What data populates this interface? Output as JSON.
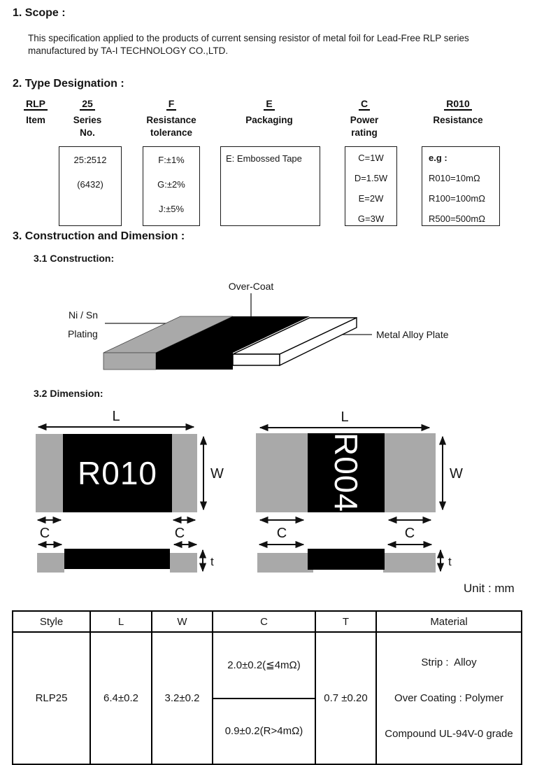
{
  "colors": {
    "cap_gray": "#a9a9a9",
    "body_black": "#000000",
    "text": "#151515"
  },
  "scope": {
    "heading": "1. Scope :",
    "line1": "This specification applied to the products of current sensing resistor of metal foil for Lead-Free RLP series",
    "line2": "manufactured by TA-I TECHNOLOGY CO.,LTD."
  },
  "type_designation": {
    "heading": "2. Type Designation :",
    "columns": [
      {
        "code": "RLP",
        "label1": "Item",
        "label2": ""
      },
      {
        "code": "25",
        "label1": "Series",
        "label2": "No."
      },
      {
        "code": "F",
        "label1": "Resistance",
        "label2": "tolerance"
      },
      {
        "code": "E",
        "label1": "Packaging",
        "label2": ""
      },
      {
        "code": "C",
        "label1": "Power",
        "label2": "rating"
      },
      {
        "code": "R010",
        "label1": "Resistance",
        "label2": ""
      }
    ],
    "boxes": [
      {
        "lines": [
          "25:2512",
          "(6432)"
        ]
      },
      {
        "lines": [
          "F:±1%",
          "G:±2%",
          "J:±5%"
        ]
      },
      {
        "lines": [
          "E: Embossed Tape"
        ]
      },
      {
        "lines": [
          "C=1W",
          "D=1.5W",
          "E=2W",
          "G=3W"
        ]
      },
      {
        "lines": [
          "e.g :",
          "R010=10mΩ",
          "R100=100mΩ",
          "R500=500mΩ"
        ]
      }
    ]
  },
  "construction": {
    "heading": "3. Construction and Dimension  :",
    "subheading": "3.1 Construction:",
    "overcoat_label": "Over-Coat",
    "plating_label1": "Ni / Sn",
    "plating_label2": "Plating",
    "metal_plate_label": "Metal Alloy Plate"
  },
  "dimension": {
    "subheading": "3.2 Dimension:",
    "left_marking": "R010",
    "right_marking": "R004",
    "label_L": "L",
    "label_W": "W",
    "label_C": "C",
    "label_t": "t",
    "unit_note": "Unit : mm"
  },
  "table": {
    "headers": [
      "Style",
      "L",
      "W",
      "C",
      "T",
      "Material"
    ],
    "row": {
      "style": "RLP25",
      "l": "6.4±0.2",
      "w": "3.2±0.2",
      "c_top": "2.0±0.2(≦4mΩ)",
      "c_bottom": "0.9±0.2(R>4mΩ)",
      "t": "0.7 ±0.20",
      "material_line1": "Strip :  Alloy",
      "material_line2": "Over Coating : Polymer",
      "material_line3": "Compound UL-94V-0 grade"
    }
  }
}
